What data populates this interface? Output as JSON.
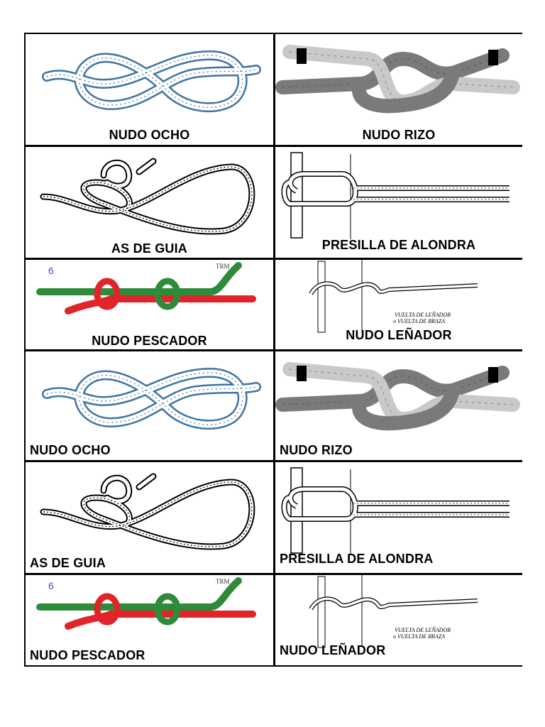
{
  "knots": [
    {
      "label": "NUDO OCHO",
      "icon": "figure-eight-knot-icon"
    },
    {
      "label": "NUDO RIZO",
      "icon": "reef-knot-icon"
    },
    {
      "label": "AS DE GUIA",
      "icon": "bowline-knot-icon"
    },
    {
      "label": "PRESILLA DE ALONDRA",
      "icon": "cow-hitch-icon"
    },
    {
      "label": "NUDO PESCADOR",
      "icon": "fisherman-knot-icon"
    },
    {
      "label": "NUDO LEÑADOR",
      "icon": "timber-hitch-icon"
    },
    {
      "label": "NUDO OCHO",
      "icon": "figure-eight-knot-icon"
    },
    {
      "label": "NUDO RIZO",
      "icon": "reef-knot-icon"
    },
    {
      "label": "AS DE GUIA",
      "icon": "bowline-knot-icon"
    },
    {
      "label": "PRESILLA DE ALONDRA",
      "icon": "cow-hitch-icon"
    },
    {
      "label": "NUDO PESCADOR",
      "icon": "fisherman-knot-icon"
    },
    {
      "label": "NUDO LEÑADOR",
      "icon": "timber-hitch-icon"
    }
  ],
  "image_text": {
    "fisherman_number": "6",
    "fisherman_mark": "TRM",
    "timber_caption_1": "VUELTA DE LEÑADOR",
    "timber_caption_2": "o VUELTA DE BRAZA"
  },
  "colors": {
    "rope_blue": "#3f74a3",
    "rope_dark_gray": "#7a7a7a",
    "rope_light_gray": "#c9c9c9",
    "fisher_green": "#2e8b3a",
    "fisher_red": "#e0242a",
    "border": "#000000"
  }
}
